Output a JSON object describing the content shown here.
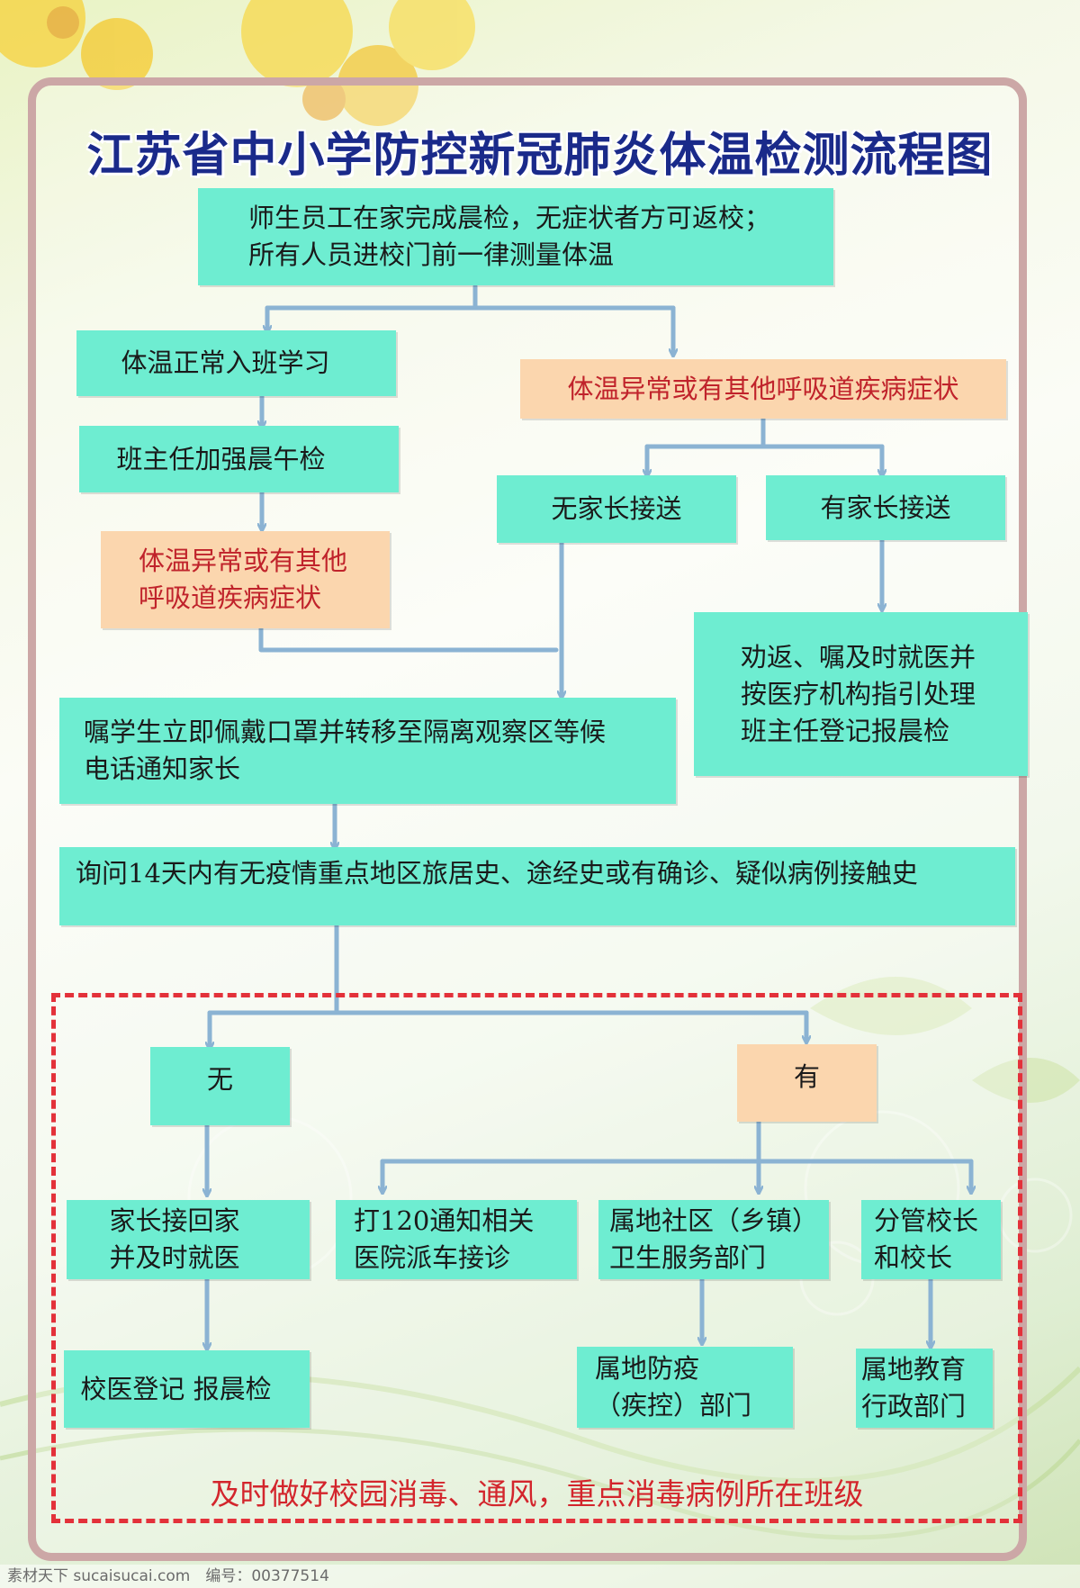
{
  "title": "江苏省中小学防控新冠肺炎体温检测流程图",
  "nodes": {
    "start": [
      "师生员工在家完成晨检，无症状者方可返校；",
      "所有人员进校门前一律测量体温"
    ],
    "normal": [
      "体温正常入班学习"
    ],
    "headteacher_check": [
      "班主任加强晨午检"
    ],
    "left_abnormal": [
      "体温异常或有其他",
      "呼吸道疾病症状"
    ],
    "right_abnormal": [
      "体温异常或有其他呼吸道疾病症状"
    ],
    "no_parent": [
      "无家长接送"
    ],
    "has_parent": [
      "有家长接送"
    ],
    "persuade": [
      "劝返、嘱及时就医并",
      "按医疗机构指引处理",
      "班主任登记报晨检"
    ],
    "isolate": [
      "嘱学生立即佩戴口罩并转移至隔离观察区等候",
      "电话通知家长"
    ],
    "inquire": [
      "询问14天内有无疫情重点地区旅居史、途经史或有确诊、疑似病例接触史"
    ],
    "none": [
      "无"
    ],
    "yes": [
      "有"
    ],
    "parent_pickup": [
      "家长接回家",
      "并及时就医"
    ],
    "call120": [
      "打120通知相关",
      "医院派车接诊"
    ],
    "community": [
      "属地社区（乡镇）",
      "卫生服务部门"
    ],
    "principal": [
      "分管校长",
      "和校长"
    ],
    "school_doctor": [
      "校医登记 报晨检"
    ],
    "cdc": [
      "属地防疫",
      "（疾控）部门"
    ],
    "education": [
      "属地教育",
      "行政部门"
    ]
  },
  "note": "及时做好校园消毒、通风，重点消毒病例所在班级",
  "watermark": "素材天下 sucaisucai.com　编号：00377514",
  "colors": {
    "teal_box": "#6eedd1",
    "orange_box": "#fbd6ae",
    "red_text": "#c0232b",
    "title_blue": "#1a2a8a",
    "arrow_blue": "#8bb3d3",
    "frame_pink": "#cca7a6",
    "dashed_red": "#e3313a"
  }
}
